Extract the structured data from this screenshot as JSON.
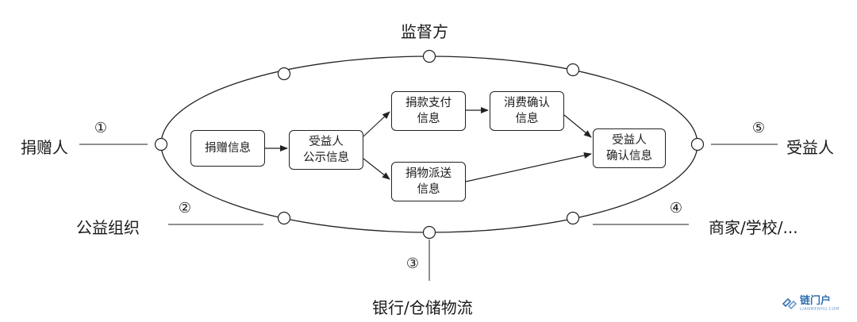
{
  "parties": {
    "supervisor": "监督方",
    "donor": "捐赠人",
    "beneficiary": "受益人",
    "charity": "公益组织",
    "merchant": "商家/学校/...",
    "bank": "银行/仓储物流"
  },
  "numbers": [
    "①",
    "②",
    "③",
    "④",
    "⑤"
  ],
  "boxes": {
    "donation_info": [
      "捐赠信息"
    ],
    "beneficiary_public": [
      "受益人",
      "公示信息"
    ],
    "payment": [
      "捐款支付",
      "信息"
    ],
    "consumption": [
      "消费确认",
      "信息"
    ],
    "goods": [
      "捐物派送",
      "信息"
    ],
    "beneficiary_confirm": [
      "受益人",
      "确认信息"
    ]
  },
  "watermark": {
    "brand": "链门户",
    "sub": "LIANMENHU.COM"
  }
}
